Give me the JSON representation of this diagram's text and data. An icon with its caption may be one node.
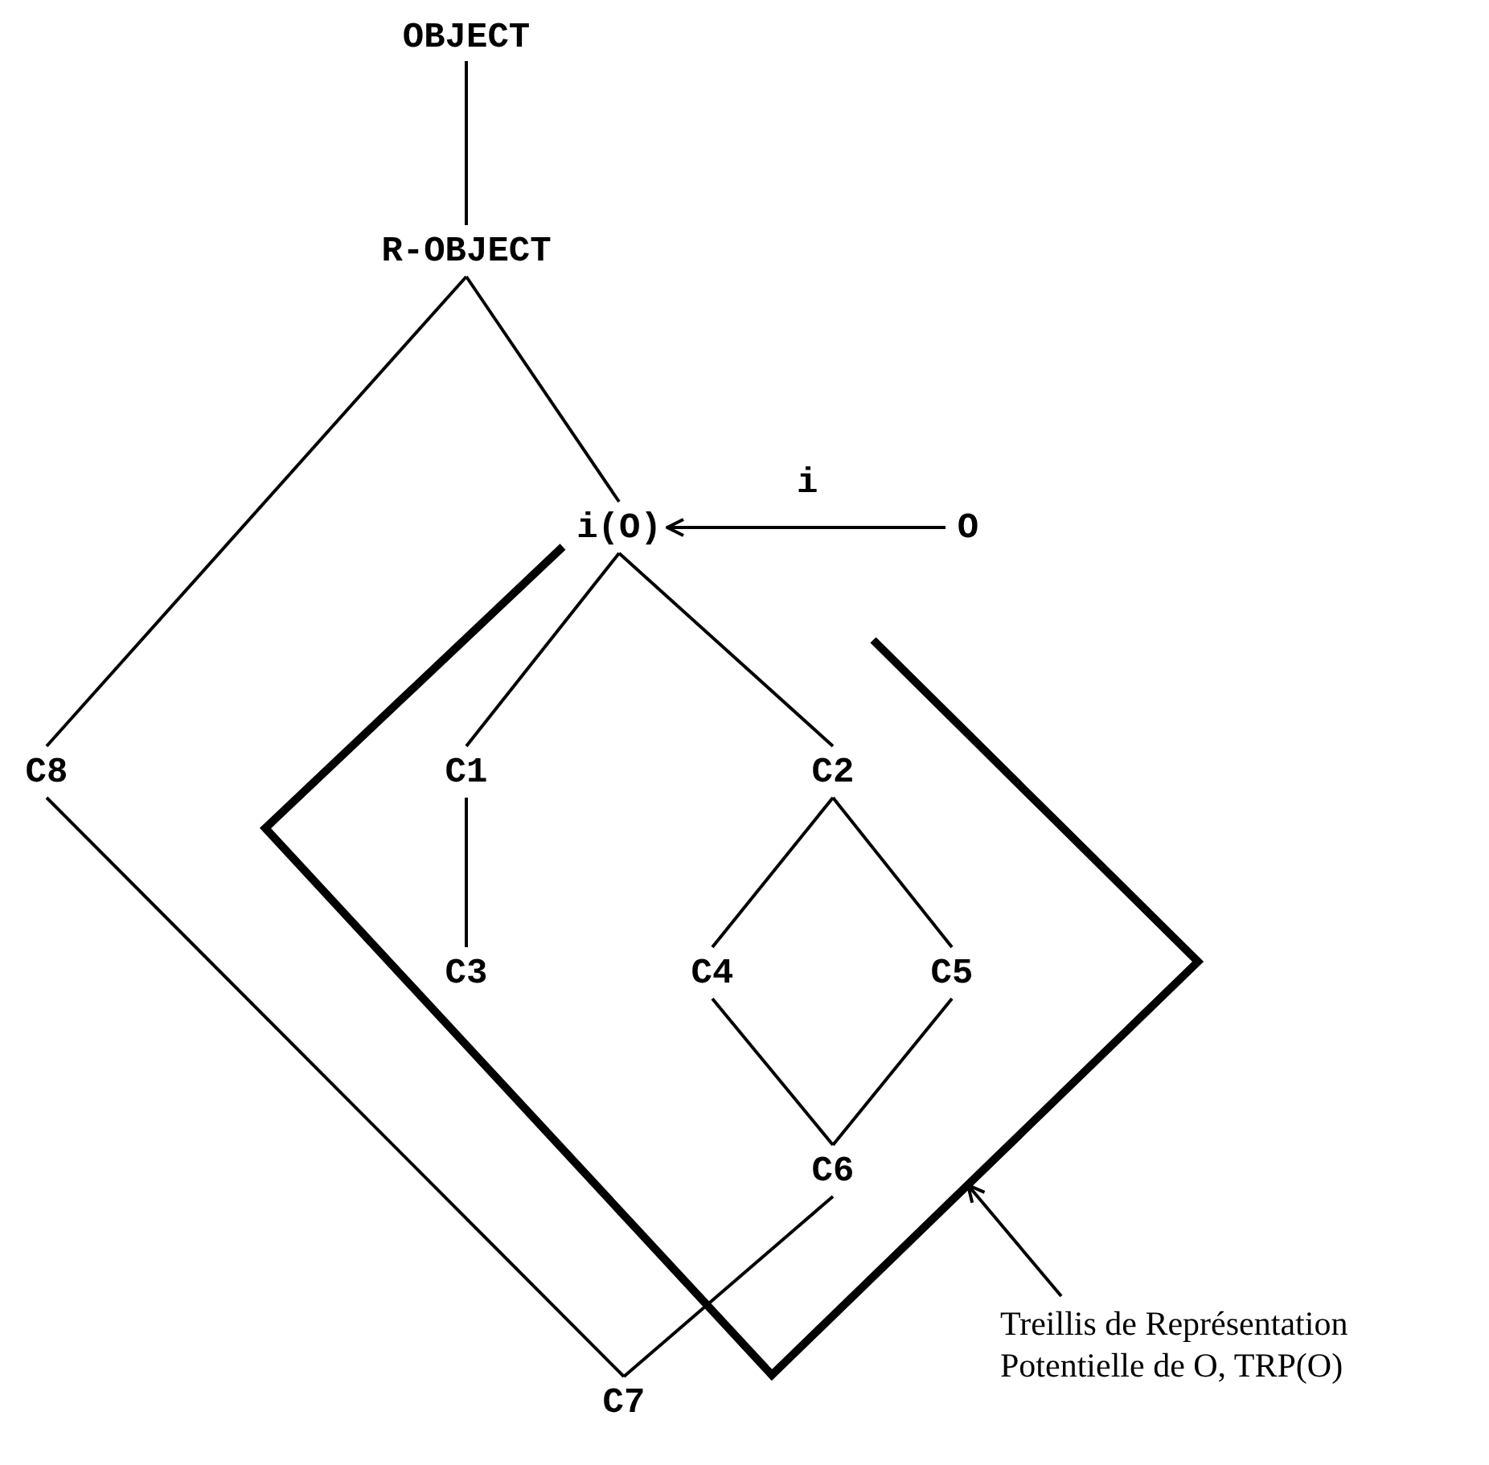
{
  "diagram": {
    "nodes": [
      {
        "text": [
          "OBJECT"
        ]
      },
      {
        "text": [
          "R-OBJECT"
        ]
      },
      {
        "text": [
          "i(O)"
        ]
      },
      {
        "text": [
          "O"
        ]
      },
      {
        "text": [
          "C8"
        ]
      },
      {
        "text": [],
        "shape": "diamond"
      },
      {
        "text": [
          "C1"
        ],
        "in": 5
      },
      {
        "text": [
          "C2"
        ],
        "in": 5
      },
      {
        "text": [
          "C3"
        ],
        "in": 5
      },
      {
        "text": [
          "C4"
        ],
        "in": 5
      },
      {
        "text": [
          "C5"
        ],
        "in": 5
      },
      {
        "text": [
          "C6"
        ],
        "in": 5
      },
      {
        "text": [
          "C7"
        ]
      },
      {
        "text": [
          "Treillis de Représentation Potentielle de O, TRP(O)"
        ]
      }
    ],
    "edges": [
      {
        "from": 0,
        "to": 1,
        "arrow": "none"
      },
      {
        "from": 1,
        "to": 4,
        "arrow": "none"
      },
      {
        "from": 1,
        "to": 2,
        "arrow": "none"
      },
      {
        "from": 3,
        "to": 2,
        "arrow": "to",
        "label": "i"
      },
      {
        "from": 2,
        "to": 6,
        "arrow": "none"
      },
      {
        "from": 2,
        "to": 7,
        "arrow": "none"
      },
      {
        "from": 6,
        "to": 8,
        "arrow": "none"
      },
      {
        "from": 7,
        "to": 9,
        "arrow": "none"
      },
      {
        "from": 7,
        "to": 10,
        "arrow": "none"
      },
      {
        "from": 9,
        "to": 11,
        "arrow": "none"
      },
      {
        "from": 10,
        "to": 11,
        "arrow": "none"
      },
      {
        "from": 4,
        "to": 12,
        "arrow": "none"
      },
      {
        "from": 12,
        "to": 11,
        "arrow": "none"
      },
      {
        "from": 13,
        "to": 5,
        "arrow": "to"
      }
    ]
  }
}
